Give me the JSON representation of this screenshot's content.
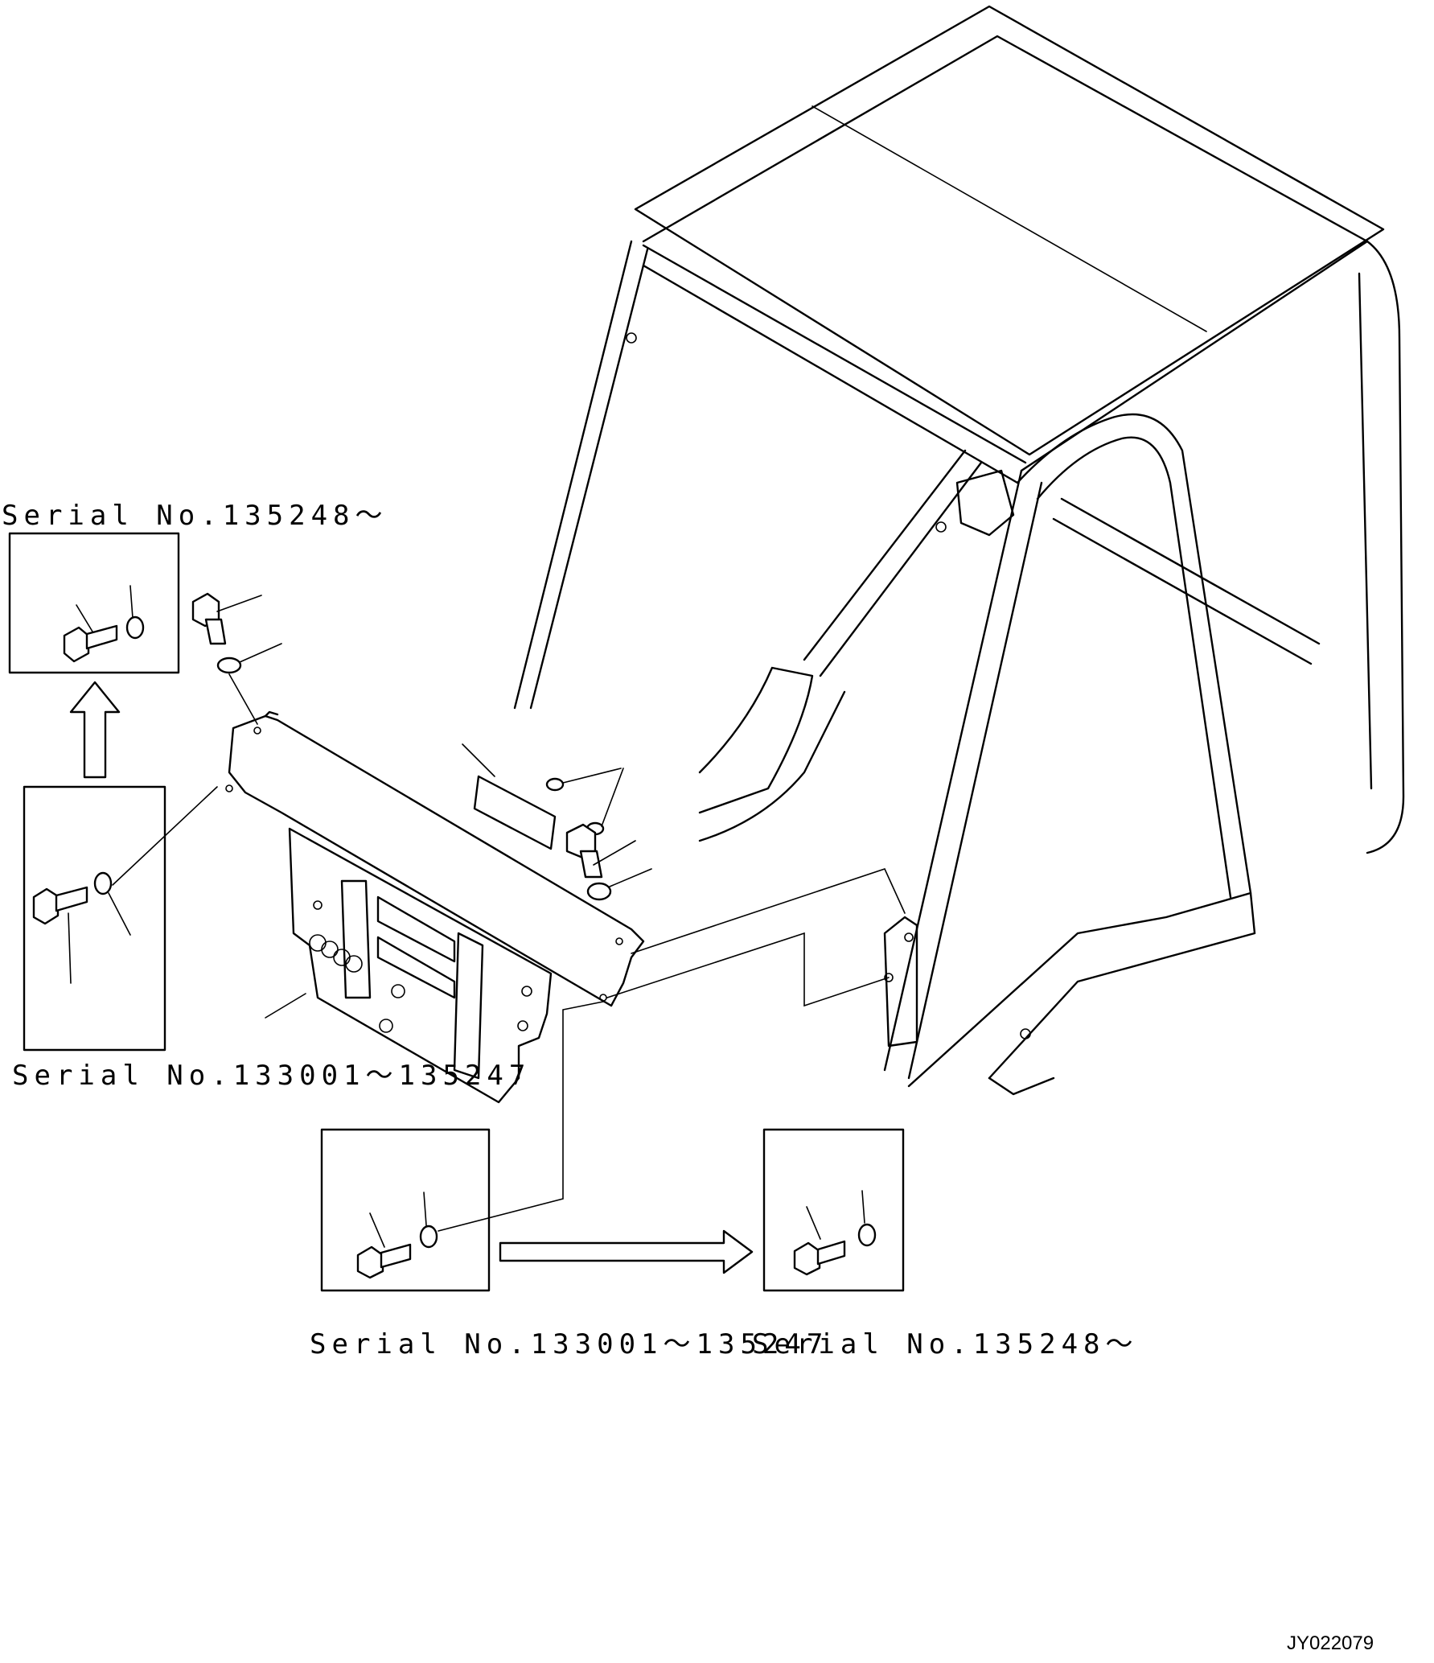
{
  "labels": {
    "serial_top_left": "Serial No.135248〜",
    "serial_mid_left": "Serial No.133001〜135247",
    "serial_bottom_mid": "Serial No.133001〜135247",
    "serial_bottom_right": "Serial No.135248〜",
    "drawing_code": "JY022079"
  }
}
